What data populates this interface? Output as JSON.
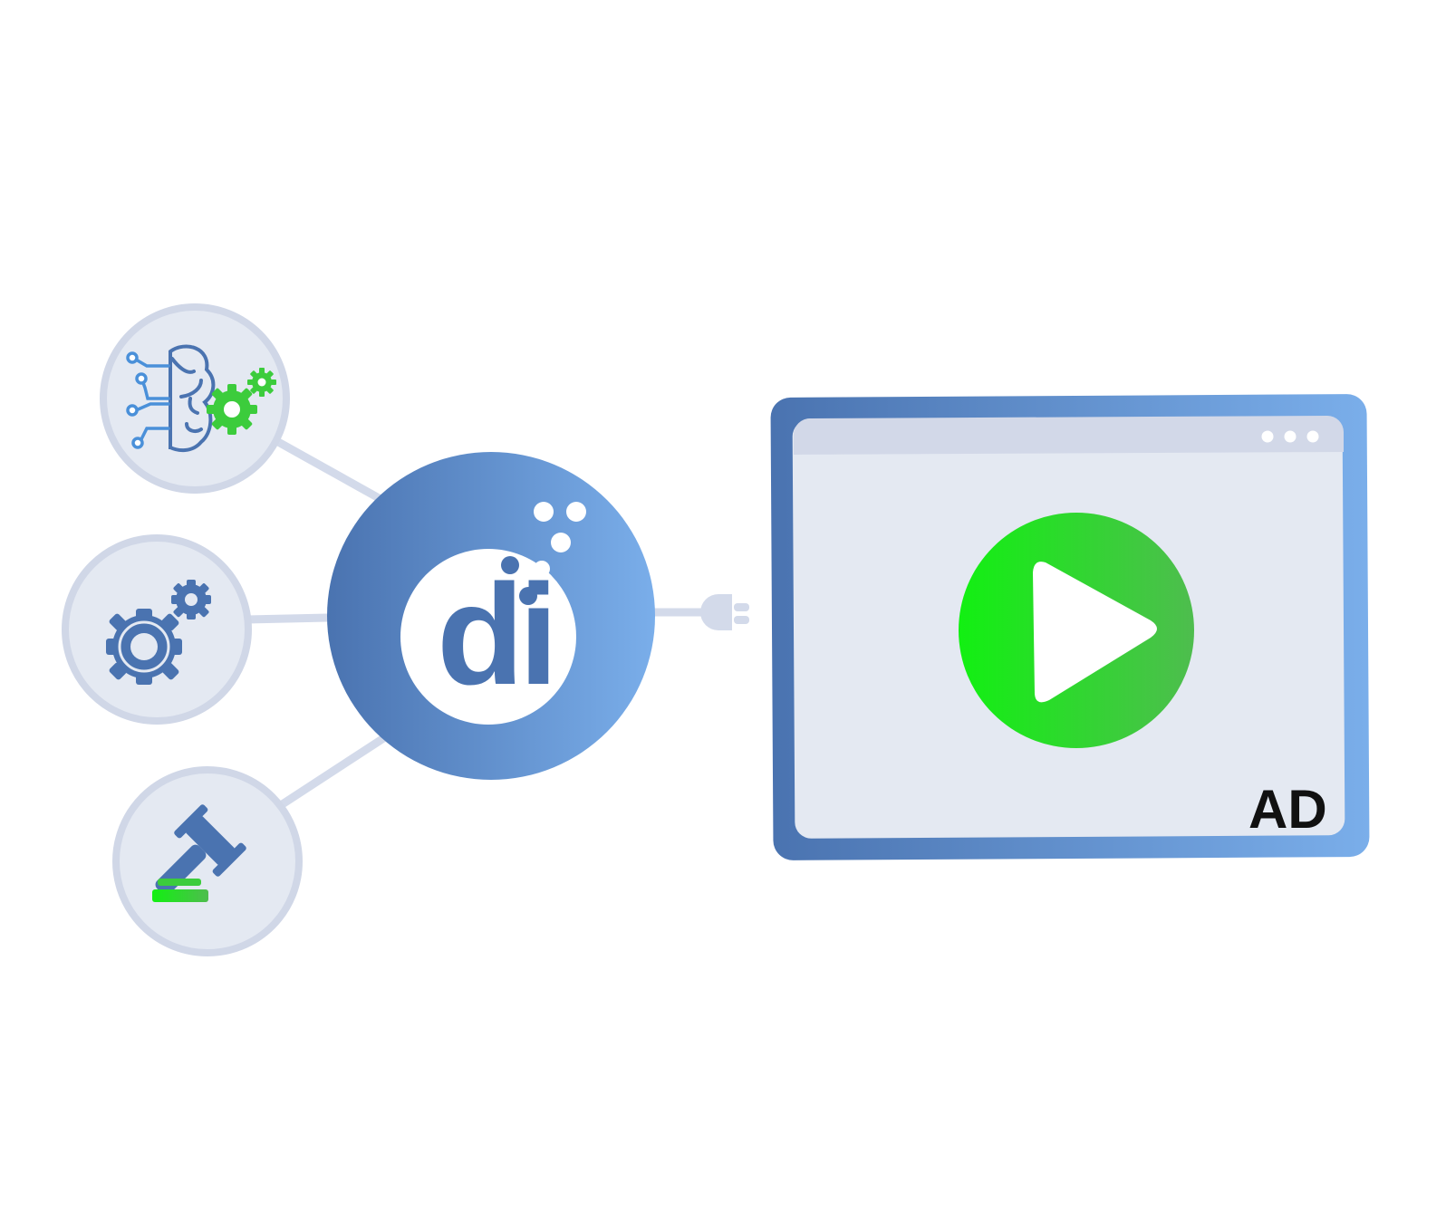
{
  "hub": {
    "logo_text": "di"
  },
  "browser": {
    "ad_label": "AD",
    "window_dots": [
      "dot",
      "dot",
      "dot"
    ]
  },
  "nodes": [
    {
      "id": "ai-brain",
      "icon": "ai-brain-gears-icon"
    },
    {
      "id": "settings",
      "icon": "gears-icon"
    },
    {
      "id": "auction",
      "icon": "gavel-icon"
    }
  ],
  "colors": {
    "hub_gradient_start": "#4a73b0",
    "hub_gradient_end": "#7aaeea",
    "node_fill": "#e4e9f2",
    "node_stroke": "#d0d7e7",
    "connector": "#d3daea",
    "icon_blue": "#4a73b0",
    "icon_green": "#3ccc3c",
    "play_green_start": "#12f012",
    "play_green_end": "#4ebd4e",
    "screen_fill": "#e4e9f2",
    "titlebar_fill": "#d2d8e8",
    "ad_text": "#111111"
  }
}
